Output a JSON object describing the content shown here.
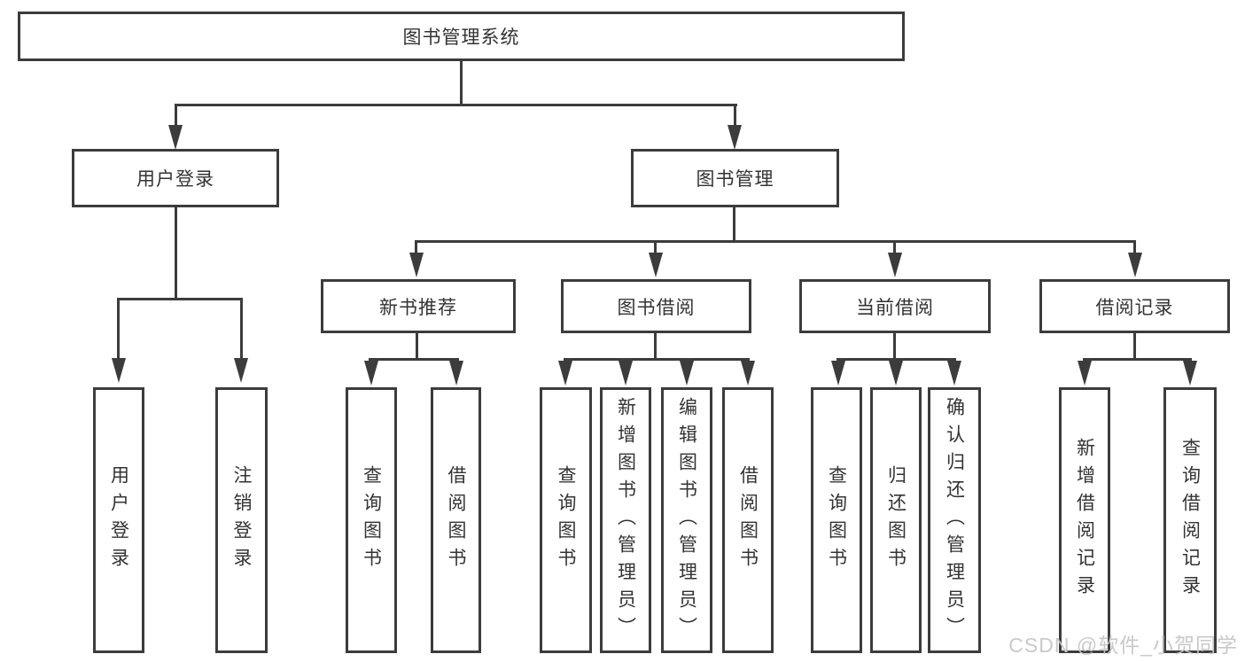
{
  "diagram_title": "图书管理系统",
  "colors": {
    "line": "#3c3c3c",
    "text": "#333333",
    "background": "#ffffff",
    "watermark": "#c6c6c6"
  },
  "tree": {
    "label": "图书管理系统",
    "children": [
      {
        "label": "用户登录",
        "children": [
          {
            "label": "用户登录"
          },
          {
            "label": "注销登录"
          }
        ]
      },
      {
        "label": "图书管理",
        "children": [
          {
            "label": "新书推荐",
            "children": [
              {
                "label": "查询图书"
              },
              {
                "label": "借阅图书"
              }
            ]
          },
          {
            "label": "图书借阅",
            "children": [
              {
                "label": "查询图书"
              },
              {
                "label": "新增图书（管理员）"
              },
              {
                "label": "编辑图书（管理员）"
              },
              {
                "label": "借阅图书"
              }
            ]
          },
          {
            "label": "当前借阅",
            "children": [
              {
                "label": "查询图书"
              },
              {
                "label": "归还图书"
              },
              {
                "label": "确认归还（管理员）"
              }
            ]
          },
          {
            "label": "借阅记录",
            "children": [
              {
                "label": "新增借阅记录"
              },
              {
                "label": "查询借阅记录"
              }
            ]
          }
        ]
      }
    ]
  },
  "watermark": {
    "text": "CSDN @软件_小贺同学"
  }
}
